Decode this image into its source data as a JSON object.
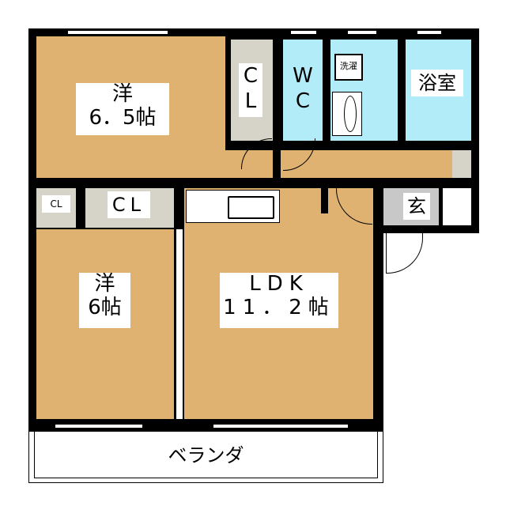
{
  "rooms": {
    "western1": {
      "name": "洋",
      "size": "6．5帖"
    },
    "cl1": "C L",
    "wc": "W C",
    "laundry": "洗濯",
    "bath": "浴室",
    "cl_small": "CL",
    "cl2": "CL",
    "western2": {
      "name": "洋",
      "size": "6帖"
    },
    "ldk": {
      "name": "LDK",
      "size": "11．2帖"
    },
    "entrance": "玄",
    "balcony": "ベランダ"
  },
  "colors": {
    "room": "#dfb271",
    "wet": "#b3ecf9",
    "closet": "#d6d3c8",
    "entrance": "#c8c8c8"
  }
}
